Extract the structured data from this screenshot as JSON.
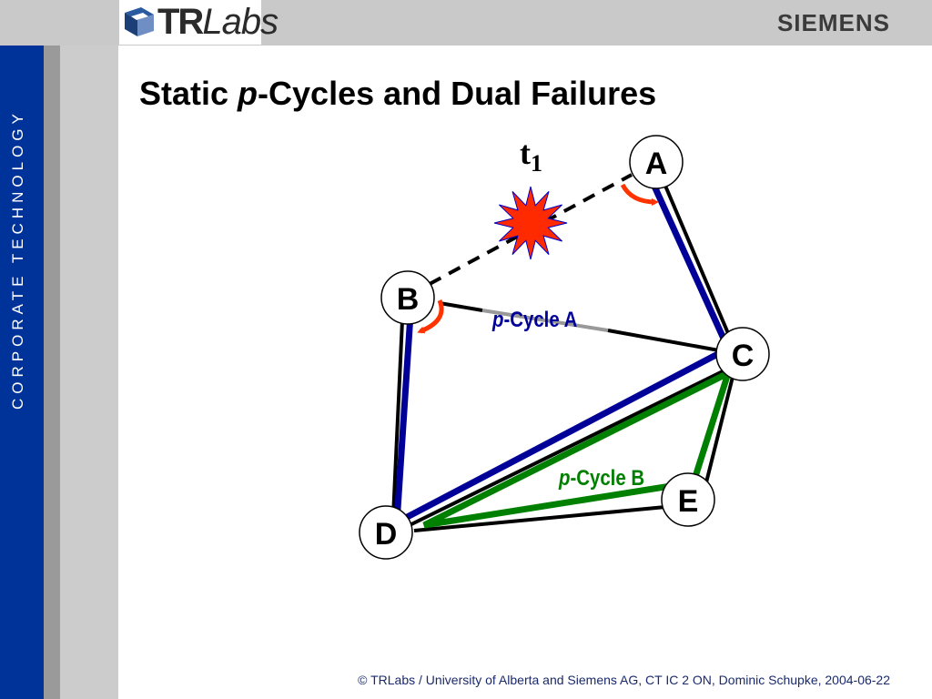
{
  "header": {
    "logo_bold": "TR",
    "logo_italic": "Labs",
    "brand": "SIEMENS"
  },
  "sidebar": {
    "vertical_text": "CORPORATE  TECHNOLOGY"
  },
  "slide": {
    "title_prefix": "Static ",
    "title_italic": "p",
    "title_suffix": "-Cycles and Dual Failures"
  },
  "diagram": {
    "time_label_main": "t",
    "time_label_sub": "1",
    "nodes": [
      {
        "id": "A",
        "label": "A"
      },
      {
        "id": "B",
        "label": "B"
      },
      {
        "id": "C",
        "label": "C"
      },
      {
        "id": "D",
        "label": "D"
      },
      {
        "id": "E",
        "label": "E"
      }
    ],
    "cycle_a": {
      "italic": "p",
      "label": "-Cycle A",
      "color": "#000099"
    },
    "cycle_b": {
      "italic": "p",
      "label": "-Cycle B",
      "color": "#008000"
    },
    "failure_color": "#ff2a00",
    "arrow_color": "#ff3300"
  },
  "footer": {
    "text": "© TRLabs / University of Alberta and Siemens AG, CT IC 2 ON, Dominic Schupke, 2004-06-22"
  }
}
